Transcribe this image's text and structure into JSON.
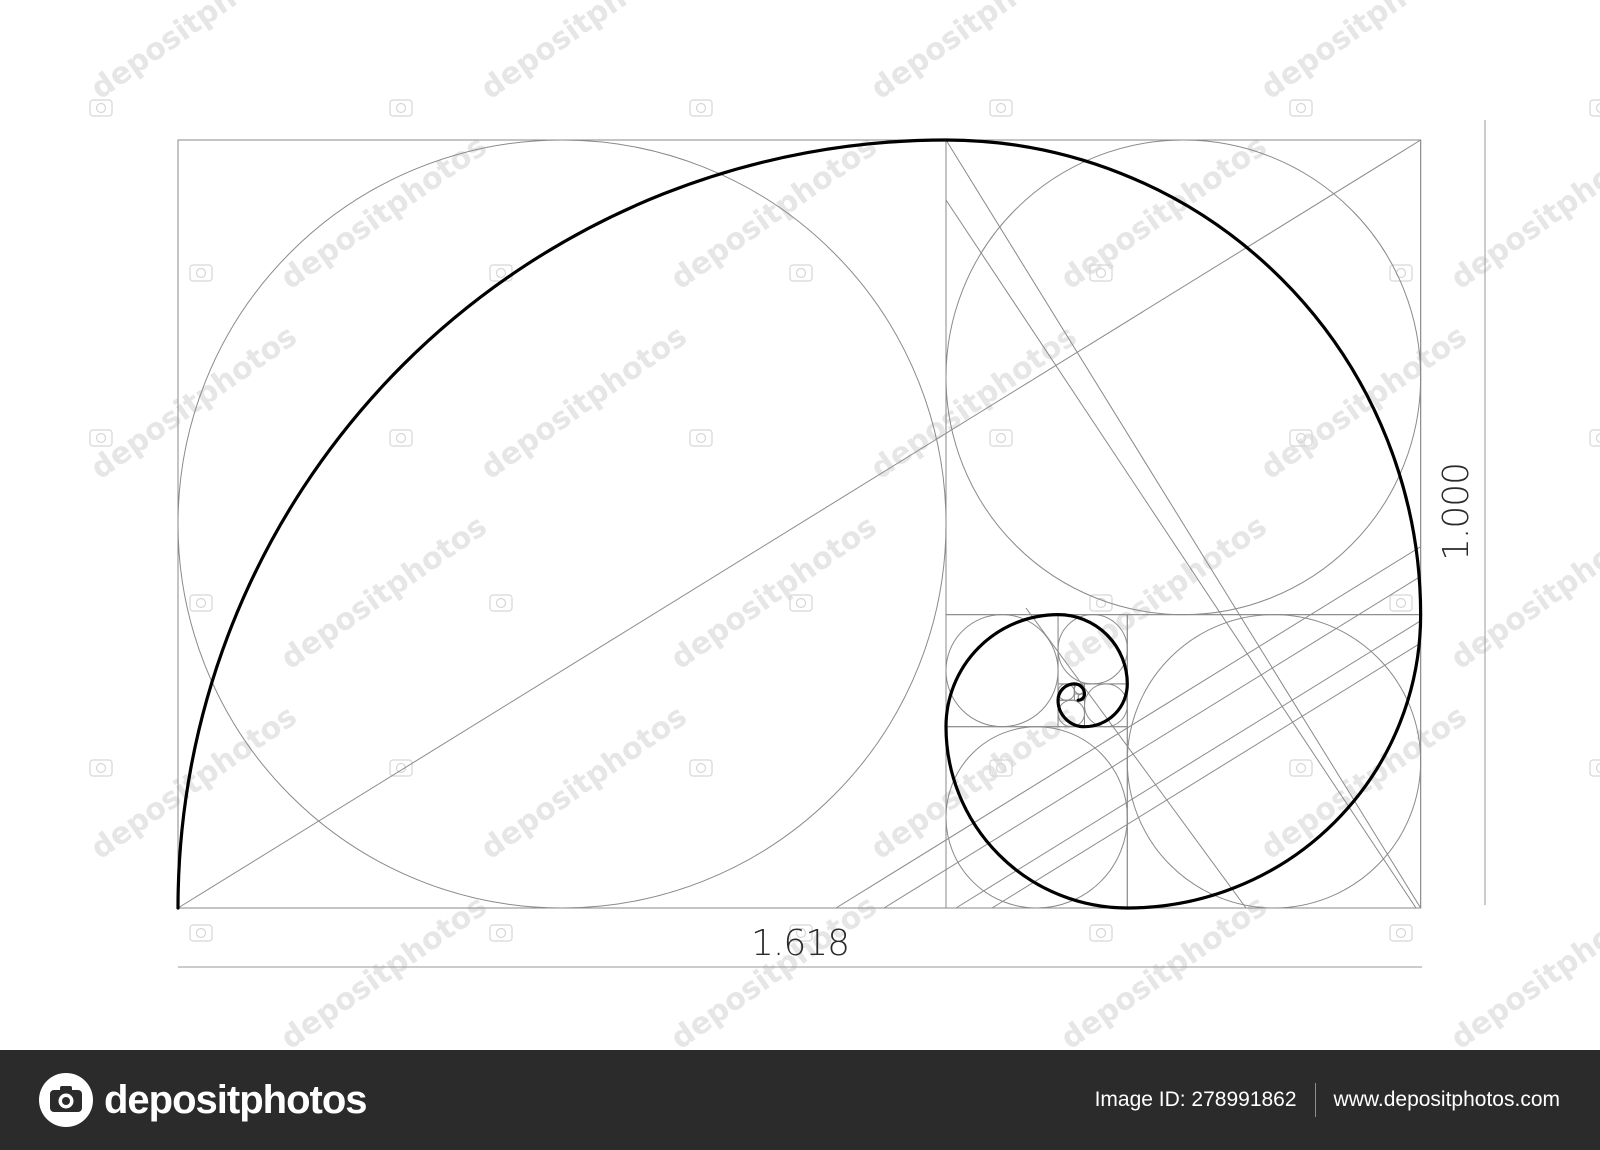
{
  "diagram": {
    "width_label": "1.618",
    "height_label": "1.000",
    "colors": {
      "guides": "#8a8a8a",
      "spiral": "#000000",
      "background": "#ffffff"
    }
  },
  "watermark": {
    "text": "depositphotos",
    "icon": "camera-icon"
  },
  "footer": {
    "brand": "depositphotos",
    "logo_icon": "depositphotos-camera-logo-icon",
    "image_id": "Image ID: 278991862",
    "website": "www.depositphotos.com",
    "background": "#2b2b2b"
  }
}
